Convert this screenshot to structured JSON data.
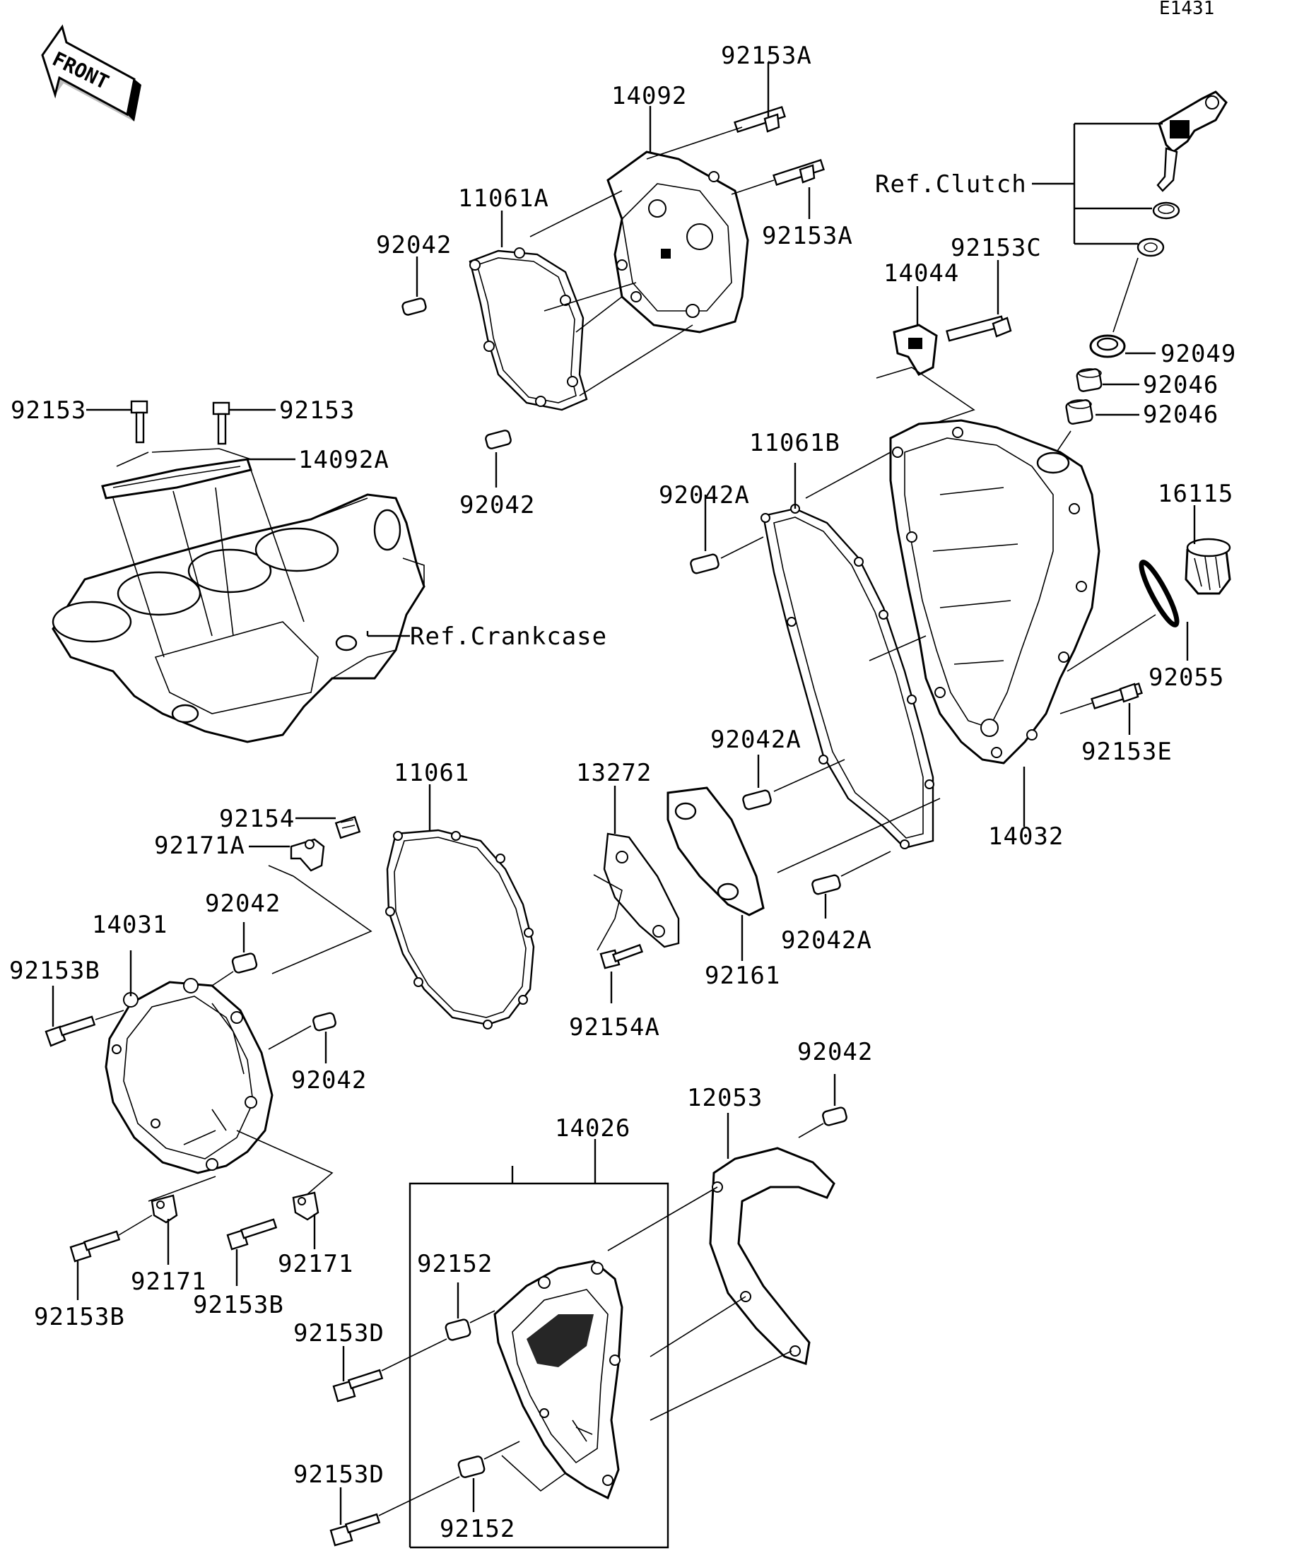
{
  "diagram_code": "E1431",
  "front_arrow_text": "FRONT",
  "references": {
    "clutch": "Ref.Clutch",
    "crankcase": "Ref.Crankcase"
  },
  "part_labels": [
    "92153A",
    "14092",
    "92153A",
    "11061A",
    "92042",
    "92042",
    "92153C",
    "14044",
    "92049",
    "92046",
    "92046",
    "92153",
    "92153",
    "14092A",
    "11061B",
    "92042A",
    "16115",
    "92055",
    "92153E",
    "14032",
    "11061",
    "13272",
    "92042A",
    "92042A",
    "92161",
    "92154",
    "92171A",
    "92042",
    "14031",
    "92153B",
    "92042",
    "92154A",
    "92042",
    "12053",
    "14026",
    "92152",
    "92152",
    "92153D",
    "92153D",
    "92171",
    "92171",
    "92153B",
    "92153B"
  ]
}
